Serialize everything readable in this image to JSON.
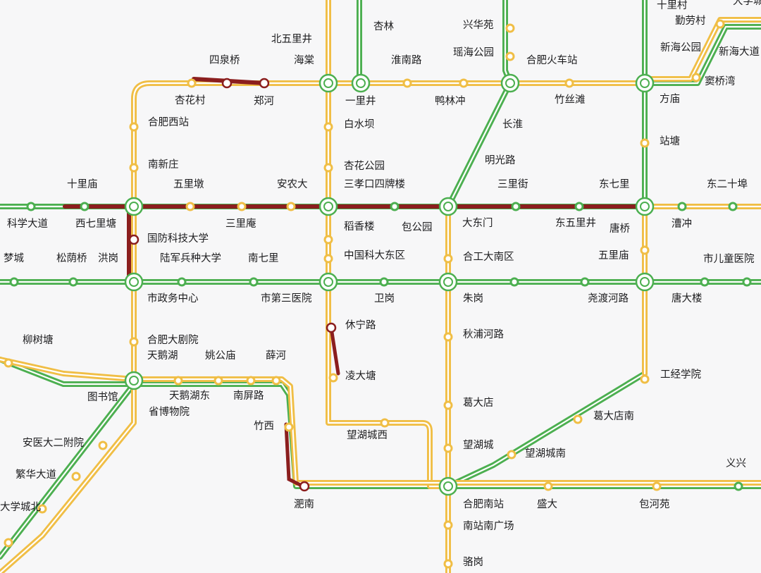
{
  "map": {
    "line_colors": {
      "green": "#4caf50",
      "yellow": "#f0be45",
      "red": "#8b1e1e"
    },
    "stations": {
      "dqdj": "十里村",
      "laodong": "勤劳村",
      "xhgy": "新海公园",
      "xhdd": "新海大道",
      "dx": "大学城",
      "xinglin": "杏林",
      "xhy": "兴华苑",
      "bwlj": "北五里井",
      "sqq": "四泉桥",
      "haitang": "海棠",
      "hnl": "淮南路",
      "yhgy": "瑶海公园",
      "hfhcz": "合肥火车站",
      "yqw": "窦桥湾",
      "xhc": "杏花村",
      "zhenghe": "郑河",
      "ylj": "一里井",
      "ylc": "鸭林冲",
      "zst": "竹丝滩",
      "fangmiao": "方庙",
      "hfxz": "合肥西站",
      "bsb": "白水坝",
      "changhuai": "长淮",
      "zhantang": "站塘",
      "nxz": "南新庄",
      "xhgy2": "杏花公园",
      "mgl": "明光路",
      "slm": "十里庙",
      "wld": "五里墩",
      "and": "安农大",
      "skspl": "三孝口四牌楼",
      "slj": "三里街",
      "dqlu": "东七里",
      "desh": "东二十埠",
      "kxdd": "科学大道",
      "xqlt": "西七里塘",
      "sla": "三里庵",
      "dxl": "稻香楼",
      "bgy": "包公园",
      "ddm": "大东门",
      "dwlj": "东五里井",
      "tangqiao": "唐桥",
      "caochong": "漕冲",
      "gfkj": "国防科技大学",
      "mengcheng": "梦城",
      "syq": "松荫桥",
      "honggang": "洪岗",
      "ljbz": "陆军兵种大学",
      "nql": "南七里",
      "zgkd": "中国科大东区",
      "hgdn": "合工大南区",
      "wlm": "五里庙",
      "setyy": "市儿童医院",
      "szwzx": "市政务中心",
      "sdsyy": "市第三医院",
      "weigang": "卫岗",
      "zhugang": "朱岗",
      "ydhl": "尧渡河路",
      "tdl": "唐大楼",
      "xnl": "休宁路",
      "liushutang": "柳树塘",
      "hfdjy": "合肥大剧院",
      "qphl": "秋浦河路",
      "teh": "天鹅湖",
      "ygm": "姚公庙",
      "xuehe": "薛河",
      "ldt": "凌大塘",
      "gjxy": "工经学院",
      "tsg": "图书馆",
      "tehd": "天鹅湖东",
      "npl": "南屏路",
      "sbwg": "省博物院",
      "gdd": "葛大店",
      "gdn": "葛大店南",
      "zhuxi": "竹西",
      "whcx": "望湖城西",
      "aydefy": "安医大二附院",
      "whc": "望湖城",
      "whcn": "望湖城南",
      "fhdd": "繁华大道",
      "yixing": "义兴",
      "feinan": "淝南",
      "hfnz": "合肥南站",
      "shengda": "盛大",
      "bhy": "包河苑",
      "dxcb": "大学城北",
      "nzngc": "南站南广场",
      "luogang": "骆岗"
    }
  }
}
